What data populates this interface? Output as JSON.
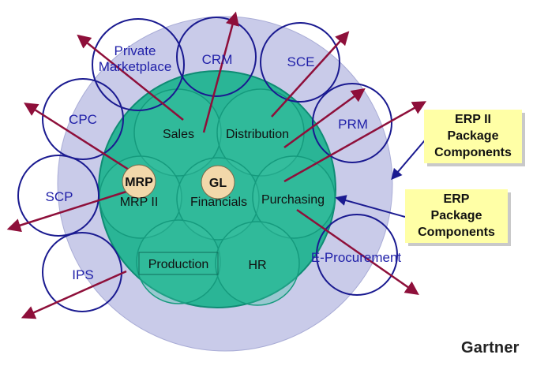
{
  "inner_components": {
    "sales": "Sales",
    "distribution": "Distribution",
    "mrp2": "MRP II",
    "financials": "Financials",
    "purchasing": "Purchasing",
    "production": "Production",
    "hr": "HR"
  },
  "core_nodes": {
    "mrp": "MRP",
    "gl": "GL"
  },
  "extended_components": {
    "private_marketplace_line1": "Private",
    "private_marketplace_line2": "Marketplace",
    "crm": "CRM",
    "sce": "SCE",
    "prm": "PRM",
    "cpc": "CPC",
    "scp": "SCP",
    "ips": "IPS",
    "eprocurement": "E-Procurement"
  },
  "callouts": {
    "erp2": {
      "line1": "ERP II",
      "line2": "Package",
      "line3": "Components"
    },
    "erp": {
      "line1": "ERP",
      "line2": "Package",
      "line3": "Components"
    }
  },
  "brand": "Gartner",
  "colors": {
    "core_fill": "#2ab596",
    "core_stroke": "#0f8c74",
    "outer_fill": "#c9cbe9",
    "satellite_stroke": "#1a1a90",
    "arrow": "#8e0f3a",
    "label_blue": "#1f1fa8",
    "note_fill": "#ffffa6",
    "node_fill": "#f2d8aa"
  }
}
